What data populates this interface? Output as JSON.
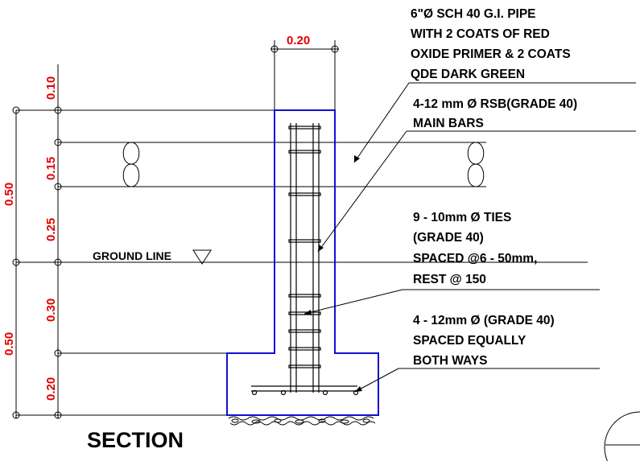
{
  "title": "SECTION",
  "ground_label": "GROUND LINE",
  "colors": {
    "outline": "#1010d0",
    "dimension_text": "#e00000",
    "lines": "#000000"
  },
  "dimensions": {
    "top_width": "0.20",
    "segments": [
      "0.10",
      "0.15",
      "0.25",
      "0.30",
      "0.20"
    ],
    "totals": [
      "0.50",
      "0.50"
    ]
  },
  "notes": {
    "pipe": [
      "6\"Ø SCH 40 G.I. PIPE",
      "WITH 2 COATS OF RED",
      "OXIDE PRIMER & 2 COATS",
      "QDE DARK GREEN"
    ],
    "main_bars": [
      "4-12 mm Ø RSB(GRADE 40)",
      "MAIN BARS"
    ],
    "ties": [
      "9 - 10mm Ø TIES",
      "(GRADE 40)",
      "SPACED @6 - 50mm,",
      "REST @ 150"
    ],
    "footing_bars": [
      "4 - 12mm Ø (GRADE 40)",
      "SPACED EQUALLY",
      "BOTH WAYS"
    ]
  }
}
